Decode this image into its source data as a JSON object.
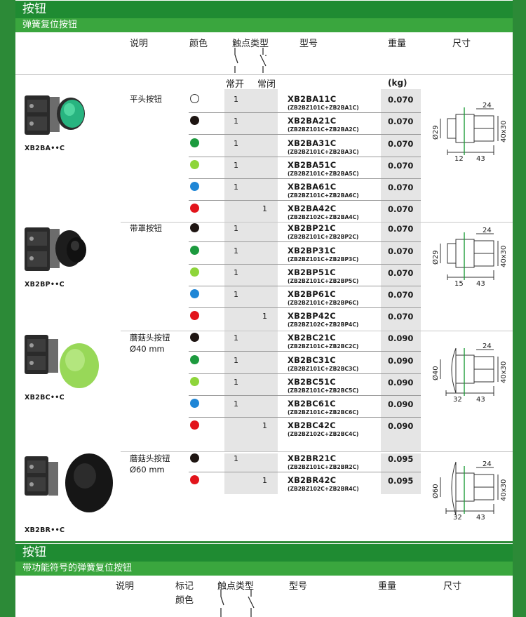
{
  "section1": {
    "title": "按钮",
    "subtitle": "弹簧复位按钮",
    "headers": {
      "desc": "说明",
      "color": "颜色",
      "contact": "触点类型",
      "model": "型号",
      "weight": "重量",
      "size": "尺寸",
      "no": "常开",
      "nc": "常闭",
      "unit": "(kg)"
    },
    "groups": [
      {
        "label": "XB2BA••C",
        "desc": "平头按钮",
        "desc2": "",
        "dim_d": "Ø29",
        "dim_a": "12",
        "dim_b": "43",
        "dim_top": "24",
        "dim_side": "40x30"
      },
      {
        "label": "XB2BP••C",
        "desc": "带罩按钮",
        "desc2": "",
        "dim_d": "Ø29",
        "dim_a": "15",
        "dim_b": "43",
        "dim_top": "24",
        "dim_side": "40x30"
      },
      {
        "label": "XB2BC••C",
        "desc": "蘑菇头按钮",
        "desc2": "Ø40 mm",
        "dim_d": "Ø40",
        "dim_a": "32",
        "dim_b": "43",
        "dim_top": "24",
        "dim_side": "40x30"
      },
      {
        "label": "XB2BR••C",
        "desc": "蘑菇头按钮",
        "desc2": "Ø60 mm",
        "dim_d": "Ø60",
        "dim_a": "32",
        "dim_b": "43",
        "dim_top": "24",
        "dim_side": "40x30"
      }
    ],
    "rows": [
      {
        "model": "XB2BA11C",
        "sub": "(ZB2BZ101C+ZB2BA1C)",
        "no": "1",
        "nc": "",
        "weight": "0.070",
        "color": "white"
      },
      {
        "model": "XB2BA21C",
        "sub": "(ZB2BZ101C+ZB2BA2C)",
        "no": "1",
        "nc": "",
        "weight": "0.070",
        "color": "black"
      },
      {
        "model": "XB2BA31C",
        "sub": "(ZB2BZ101C+ZB2BA3C)",
        "no": "1",
        "nc": "",
        "weight": "0.070",
        "color": "green"
      },
      {
        "model": "XB2BA51C",
        "sub": "(ZB2BZ101C+ZB2BA5C)",
        "no": "1",
        "nc": "",
        "weight": "0.070",
        "color": "lime"
      },
      {
        "model": "XB2BA61C",
        "sub": "(ZB2BZ101C+ZB2BA6C)",
        "no": "1",
        "nc": "",
        "weight": "0.070",
        "color": "blue"
      },
      {
        "model": "XB2BA42C",
        "sub": "(ZB2BZ102C+ZB2BA4C)",
        "no": "",
        "nc": "1",
        "weight": "0.070",
        "color": "red"
      },
      {
        "model": "XB2BP21C",
        "sub": "(ZB2BZ101C+ZB2BP2C)",
        "no": "1",
        "nc": "",
        "weight": "0.070",
        "color": "black"
      },
      {
        "model": "XB2BP31C",
        "sub": "(ZB2BZ101C+ZB2BP3C)",
        "no": "1",
        "nc": "",
        "weight": "0.070",
        "color": "green"
      },
      {
        "model": "XB2BP51C",
        "sub": "(ZB2BZ101C+ZB2BP5C)",
        "no": "1",
        "nc": "",
        "weight": "0.070",
        "color": "lime"
      },
      {
        "model": "XB2BP61C",
        "sub": "(ZB2BZ101C+ZB2BP6C)",
        "no": "1",
        "nc": "",
        "weight": "0.070",
        "color": "blue"
      },
      {
        "model": "XB2BP42C",
        "sub": "(ZB2BZ102C+ZB2BP4C)",
        "no": "",
        "nc": "1",
        "weight": "0.070",
        "color": "red"
      },
      {
        "model": "XB2BC21C",
        "sub": "(ZB2BZ101C+ZB2BC2C)",
        "no": "1",
        "nc": "",
        "weight": "0.090",
        "color": "black"
      },
      {
        "model": "XB2BC31C",
        "sub": "(ZB2BZ101C+ZB2BC3C)",
        "no": "1",
        "nc": "",
        "weight": "0.090",
        "color": "green"
      },
      {
        "model": "XB2BC51C",
        "sub": "(ZB2BZ101C+ZB2BC5C)",
        "no": "1",
        "nc": "",
        "weight": "0.090",
        "color": "lime"
      },
      {
        "model": "XB2BC61C",
        "sub": "(ZB2BZ101C+ZB2BC6C)",
        "no": "1",
        "nc": "",
        "weight": "0.090",
        "color": "blue"
      },
      {
        "model": "XB2BC42C",
        "sub": "(ZB2BZ102C+ZB2BC4C)",
        "no": "",
        "nc": "1",
        "weight": "0.090",
        "color": "red"
      },
      {
        "model": "XB2BR21C",
        "sub": "(ZB2BZ101C+ZB2BR2C)",
        "no": "1",
        "nc": "",
        "weight": "0.095",
        "color": "black"
      },
      {
        "model": "XB2BR42C",
        "sub": "(ZB2BZ102C+ZB2BR4C)",
        "no": "",
        "nc": "1",
        "weight": "0.095",
        "color": "red"
      }
    ]
  },
  "section2": {
    "title": "按钮",
    "subtitle": "带功能符号的弹簧复位按钮",
    "headers": {
      "desc": "说明",
      "mark": "标记",
      "mark2": "颜色",
      "contact": "触点类型",
      "model": "型号",
      "weight": "重量",
      "size": "尺寸"
    }
  },
  "colors": {
    "white": "#ffffff",
    "black": "#1e1512",
    "green": "#1c9a3e",
    "lime": "#8ed53a",
    "blue": "#1f86d6",
    "red": "#e2141b",
    "header_dark": "#1f8b32",
    "header_light": "#3aa63e",
    "frame": "#2c8a37"
  }
}
